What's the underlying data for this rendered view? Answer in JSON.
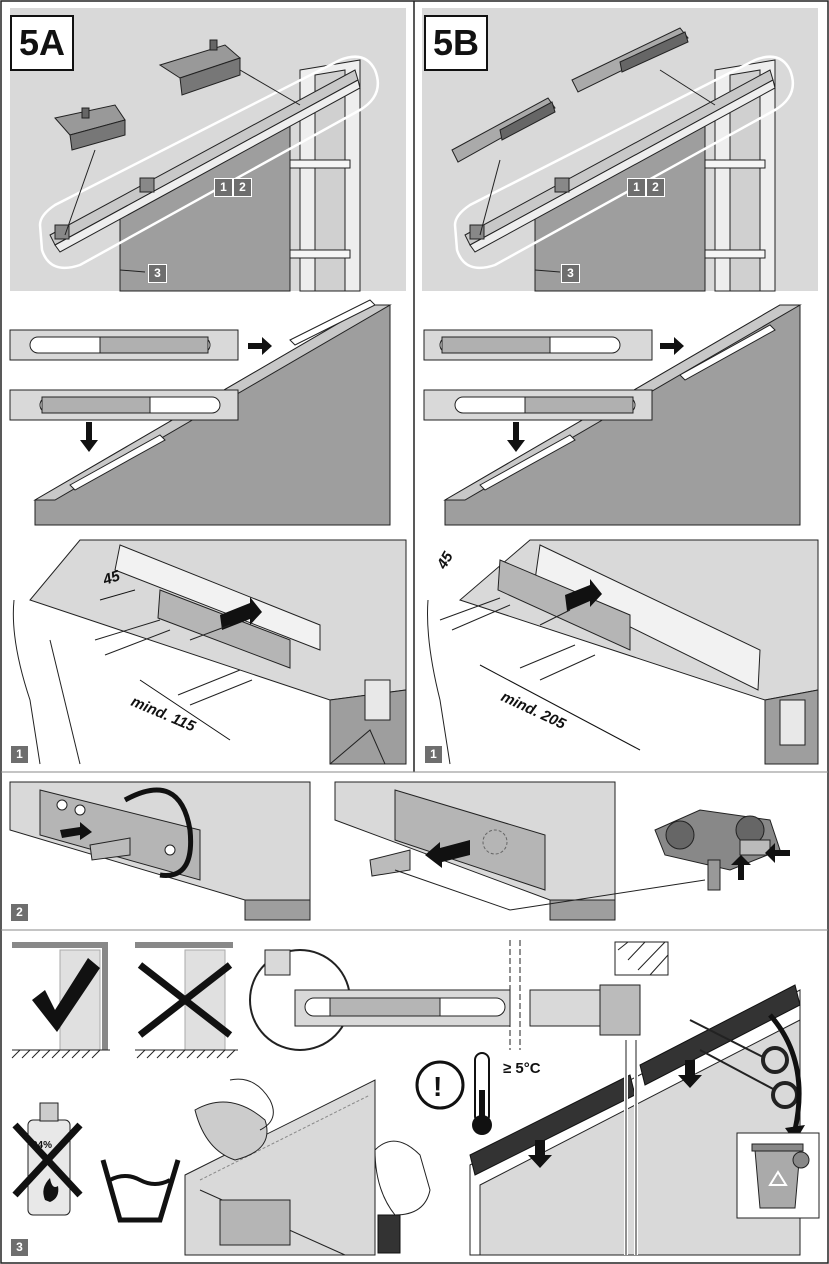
{
  "sections": {
    "a_label": "5A",
    "b_label": "5B"
  },
  "step_tags": {
    "one": "1",
    "two": "2",
    "three": "3"
  },
  "dimensions": {
    "a_spacing": "45",
    "a_min": "mind. 115",
    "b_spacing": "45",
    "b_min": "mind. 205"
  },
  "labels": {
    "bottle_percent": "94%",
    "min_temperature": "≥ 5°C",
    "warning_symbol": "!"
  },
  "colors": {
    "panel_grey": "#d9d9d9",
    "door_grey": "#9e9e9e",
    "tag_grey": "#6e6e6e",
    "line": "#222222"
  },
  "icons": {
    "check": "check-icon",
    "cross": "cross-icon",
    "warning": "warning-icon",
    "thermometer": "thermometer-icon",
    "no_alcohol": "no-alcohol-icon",
    "water_bowl": "water-bowl-icon",
    "recycle_bin": "recycle-bin-icon"
  }
}
